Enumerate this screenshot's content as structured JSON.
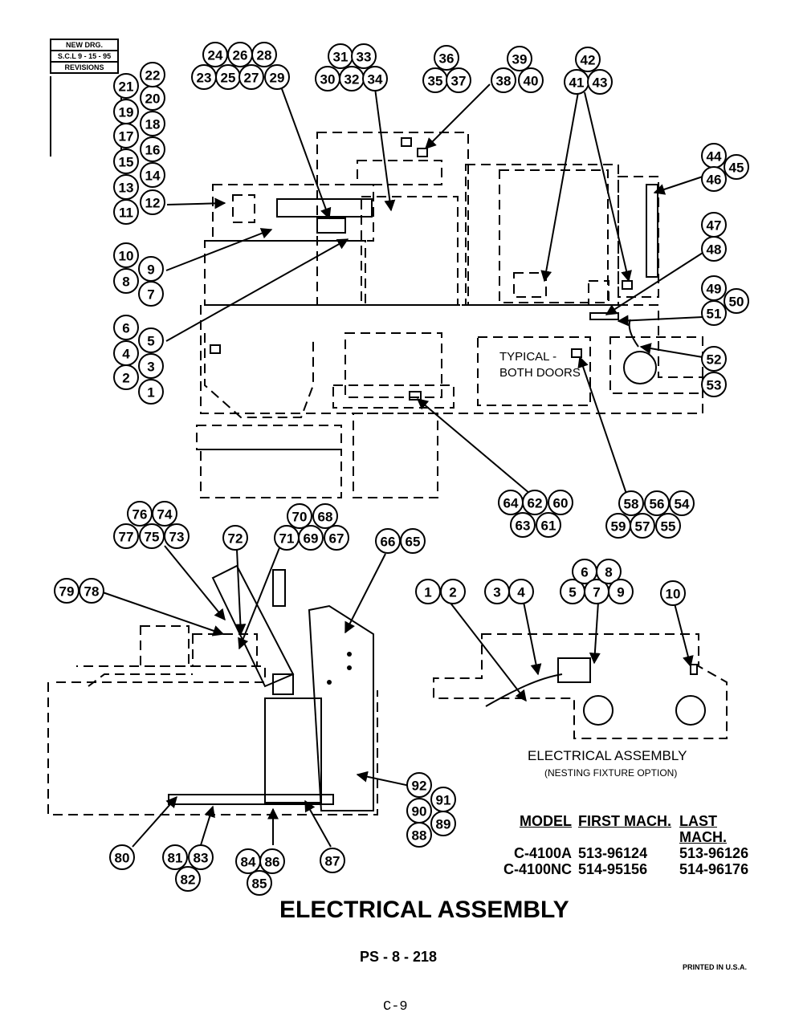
{
  "revisions": {
    "line1": "NEW DRG.",
    "line2": "S.C.L  9 - 15 - 95",
    "line3": "REVISIONS"
  },
  "labels": {
    "typical": "TYPICAL -",
    "both_doors": "BOTH DOORS",
    "sub_title": "ELECTRICAL ASSEMBLY",
    "sub_note": "(NESTING FIXTURE OPTION)",
    "main_title": "ELECTRICAL ASSEMBLY",
    "part_code": "PS - 8 - 218",
    "printed": "PRINTED IN U.S.A.",
    "page": "C-9"
  },
  "model_table": {
    "headers": [
      "MODEL",
      "FIRST MACH.",
      "LAST MACH."
    ],
    "rows": [
      [
        "C-4100A",
        "513-96124",
        "513-96126"
      ],
      [
        "C-4100NC",
        "514-95156",
        "514-96176"
      ]
    ]
  },
  "callouts": [
    "1",
    "2",
    "3",
    "4",
    "5",
    "6",
    "7",
    "8",
    "9",
    "10",
    "11",
    "12",
    "13",
    "14",
    "15",
    "16",
    "17",
    "18",
    "19",
    "20",
    "21",
    "22",
    "23",
    "24",
    "25",
    "26",
    "27",
    "28",
    "29",
    "30",
    "31",
    "32",
    "33",
    "34",
    "35",
    "36",
    "37",
    "38",
    "39",
    "40",
    "41",
    "42",
    "43",
    "44",
    "45",
    "46",
    "47",
    "48",
    "49",
    "50",
    "51",
    "52",
    "53",
    "54",
    "55",
    "56",
    "57",
    "58",
    "59",
    "60",
    "61",
    "62",
    "63",
    "64",
    "65",
    "66",
    "67",
    "68",
    "69",
    "70",
    "71",
    "72",
    "73",
    "74",
    "75",
    "76",
    "77",
    "78",
    "79",
    "80",
    "81",
    "82",
    "83",
    "84",
    "85",
    "86",
    "87",
    "88",
    "89",
    "90",
    "91",
    "92"
  ],
  "inset_callouts": [
    "1",
    "2",
    "3",
    "4",
    "5",
    "6",
    "7",
    "8",
    "9",
    "10"
  ]
}
